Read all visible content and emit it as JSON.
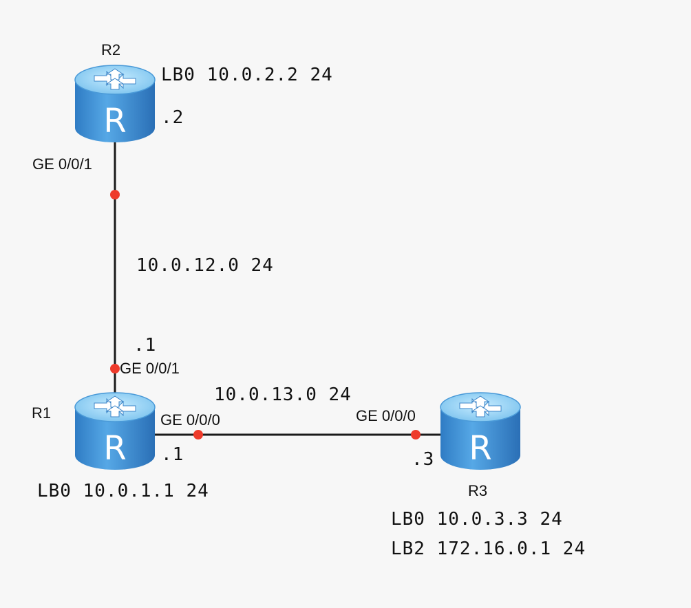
{
  "colors": {
    "background": "#f7f7f7",
    "link": "#1a1a1a",
    "port_dot": "#ee3b2b",
    "router_top": "#8fd0f5",
    "router_side": "#3f8fd6",
    "router_letter": "#ffffff"
  },
  "routers": {
    "r1": {
      "name": "R1",
      "letter": "R",
      "icon": "router-icon",
      "loopback": "LB0 10.0.1.1 24",
      "host_id": ".1"
    },
    "r2": {
      "name": "R2",
      "letter": "R",
      "icon": "router-icon",
      "loopback": "LB0 10.0.2.2 24",
      "host_id": ".2"
    },
    "r3": {
      "name": "R3",
      "letter": "R",
      "icon": "router-icon",
      "loopback": "LB0 10.0.3.3 24",
      "loopback2": "LB2 172.16.0.1 24",
      "host_id": ".3"
    }
  },
  "links": {
    "r1_r2": {
      "subnet": "10.0.12.0 24",
      "r2_port": "GE 0/0/1",
      "r1_port": "GE 0/0/1",
      "r1_host_id": ".1"
    },
    "r1_r3": {
      "subnet": "10.0.13.0 24",
      "r1_port": "GE 0/0/0",
      "r3_port": "GE 0/0/0"
    }
  }
}
